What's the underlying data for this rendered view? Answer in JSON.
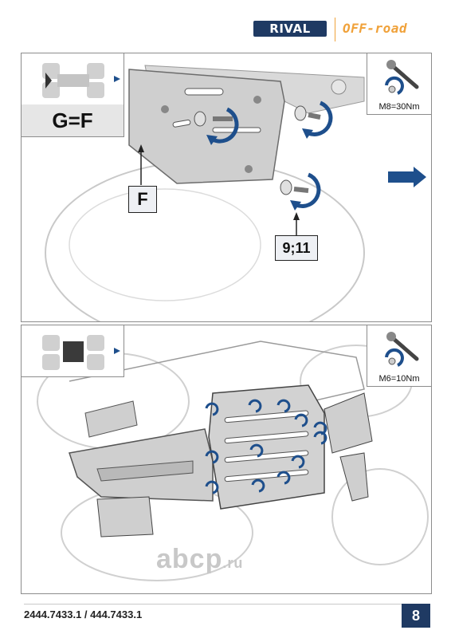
{
  "header": {
    "brand": "RIVAL",
    "sub_brand": "OFF-road"
  },
  "panel_top": {
    "equation": "G=F",
    "torque": "M8=30Nm",
    "callouts": [
      "F",
      "9;11"
    ]
  },
  "panel_bottom": {
    "torque": "M6=10Nm"
  },
  "footer": {
    "part_numbers": "2444.7433.1 / 444.7433.1",
    "page_number": "8"
  },
  "watermark": {
    "text": "abcp",
    "suffix": ".ru"
  },
  "colors": {
    "brand_navy": "#1f3a63",
    "accent_orange": "#f0a23b",
    "arrow_blue": "#1e4f8c"
  }
}
